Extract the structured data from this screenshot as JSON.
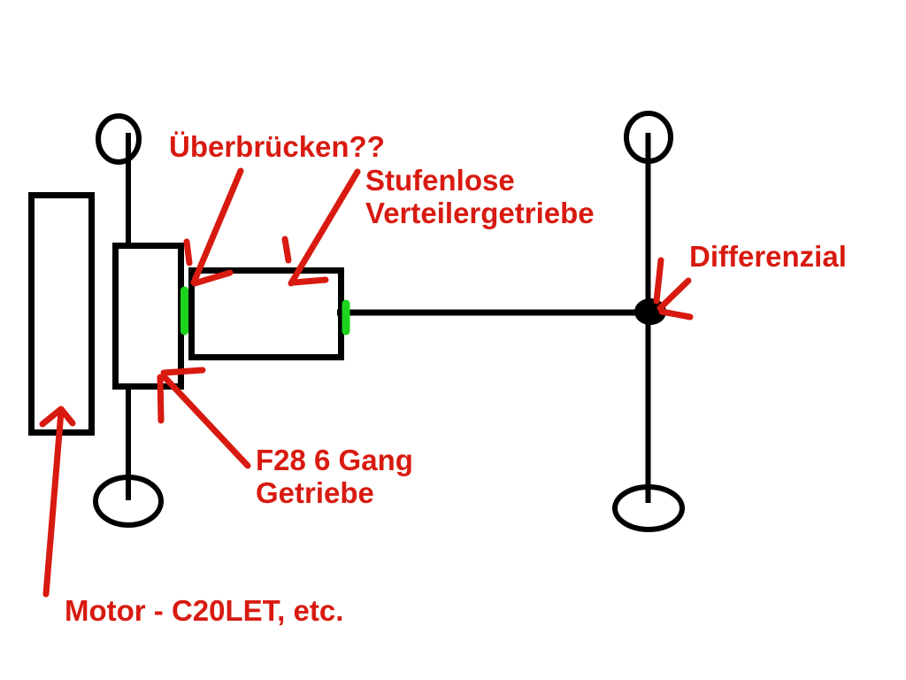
{
  "diagram": {
    "description": "Hand-drawn drivetrain sketch of a car (top view) with two axles, engine, gearbox, transfer case and differential",
    "colors": {
      "background": "#ffffff",
      "ink": "#000000",
      "annotation_red": "#d81a10",
      "coupling_green": "#1cd41c"
    },
    "labels": {
      "ueberbruecken": "Überbrücken??",
      "verteilergetriebe_line1": "Stufenlose",
      "verteilergetriebe_line2": "Verteilergetriebe",
      "differenzial": "Differenzial",
      "getriebe_line1": "F28 6 Gang",
      "getriebe_line2": "Getriebe",
      "motor": "Motor - C20LET, etc."
    }
  }
}
